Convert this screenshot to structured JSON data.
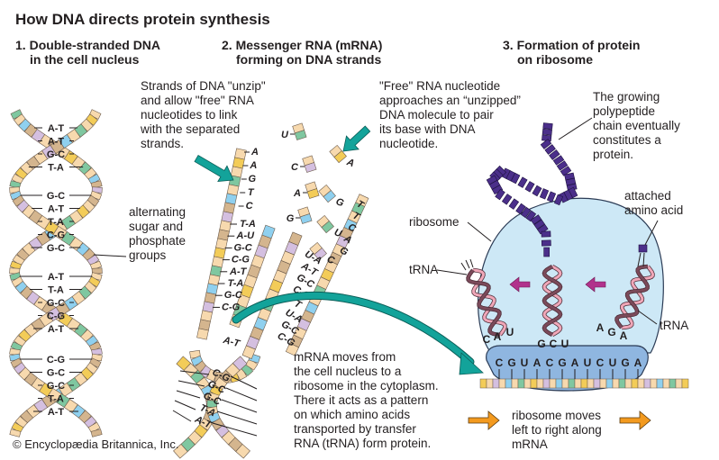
{
  "title": "How DNA directs protein synthesis",
  "sections": [
    {
      "number": "1.",
      "line1": "Double-stranded DNA",
      "line2": "in the cell nucleus"
    },
    {
      "number": "2.",
      "line1": "Messenger RNA (mRNA)",
      "line2": "forming on DNA strands"
    },
    {
      "number": "3.",
      "line1": "Formation of protein",
      "line2": "on ribosome"
    }
  ],
  "annotations": {
    "unzip": [
      "Strands of DNA \"unzip\"",
      "and allow \"free\" RNA",
      "nucleotides to link",
      "with the separated",
      "strands."
    ],
    "free_nucleotide": [
      "\"Free\" RNA nucleotide",
      "approaches an “unzipped”",
      "DNA molecule to pair",
      "its base with DNA",
      "nucleotide."
    ],
    "polypeptide": [
      "The growing",
      "polypeptide",
      "chain eventually",
      "constitutes a",
      "protein."
    ],
    "sugar_phosphate": [
      "alternating",
      "sugar and",
      "phosphate",
      "groups"
    ],
    "attached_amino_acid": [
      "attached",
      "amino acid"
    ],
    "ribosome": "ribosome",
    "trna_left": "tRNA",
    "trna_right": "tRNA",
    "mrna_moves": [
      "mRNA moves from",
      "the cell nucleus to a",
      "ribosome in the cytoplasm.",
      "There it acts as a pattern",
      "on which amino acids",
      "transported by transfer",
      "RNA (tRNA) form protein."
    ],
    "ribosome_moves": [
      "ribosome moves",
      "left to right along",
      "mRNA"
    ]
  },
  "dna_helix": {
    "upper_loop_pairs": [
      "A-T",
      "A-T",
      "G-C",
      "T-A"
    ],
    "middle_loop_pairs": [
      "G-C",
      "A-T",
      "T-A",
      "C-G",
      "G-C"
    ],
    "lower_loop_pairs": [
      "A-T",
      "T-A",
      "G-C",
      "C-G",
      "A-T"
    ],
    "bottom_loop_pairs": [
      "C-G",
      "G-C",
      "G-C",
      "T-A",
      "A-T"
    ]
  },
  "unzipping": {
    "left_strand_single": [
      "A",
      "A",
      "G",
      "T",
      "C"
    ],
    "left_strand_paired": [
      "T-A",
      "A-U",
      "G-C",
      "C-G",
      "A-T",
      "T-A",
      "G-C",
      "C-G"
    ],
    "free_nucleotides_left": [
      "U",
      "C",
      "A",
      "G"
    ],
    "right_free_nucleotides": [
      "A",
      "G",
      "U",
      "C"
    ],
    "right_strand_single": [
      "T",
      "T",
      "C",
      "A",
      "G"
    ],
    "right_strand_paired": [
      "U-A",
      "A-T",
      "G-C",
      "C-G",
      "T",
      "U-A",
      "G-C",
      "C-G"
    ],
    "junction_pair": "A-T",
    "lower_helix_pairs": [
      "C-G",
      "G-C",
      "G-C",
      "T-A",
      "A-T"
    ]
  },
  "ribosome": {
    "mrna_codons": [
      "C",
      "G",
      "U",
      "A",
      "C",
      "G",
      "A",
      "U",
      "C",
      "U",
      "G",
      "A"
    ],
    "trna_left_anticodon": [
      "C",
      "A",
      "U"
    ],
    "trna_middle_anticodon": [
      "G",
      "C",
      "U"
    ],
    "trna_right_anticodon": [
      "A",
      "G",
      "A"
    ]
  },
  "colors": {
    "teal_arrow": "#13a39a",
    "magenta_arrow": "#b1328c",
    "orange_arrow": "#f39a1f",
    "ribosome_light": "#cde8f6",
    "ribosome_dark": "#8fb6e0",
    "amino_acid": "#4b2f8a",
    "trna_dark": "#7b4a5a",
    "trna_light": "#f0a7b8",
    "strand_tan": "#f7d9ae",
    "strand_yellow": "#f3cc58",
    "strand_green": "#7fc7a0",
    "strand_blue": "#8fd0ef",
    "strand_lilac": "#d4bfe0",
    "strand_beige": "#d4b58e"
  },
  "credit": "© Encyclopædia Britannica, Inc."
}
